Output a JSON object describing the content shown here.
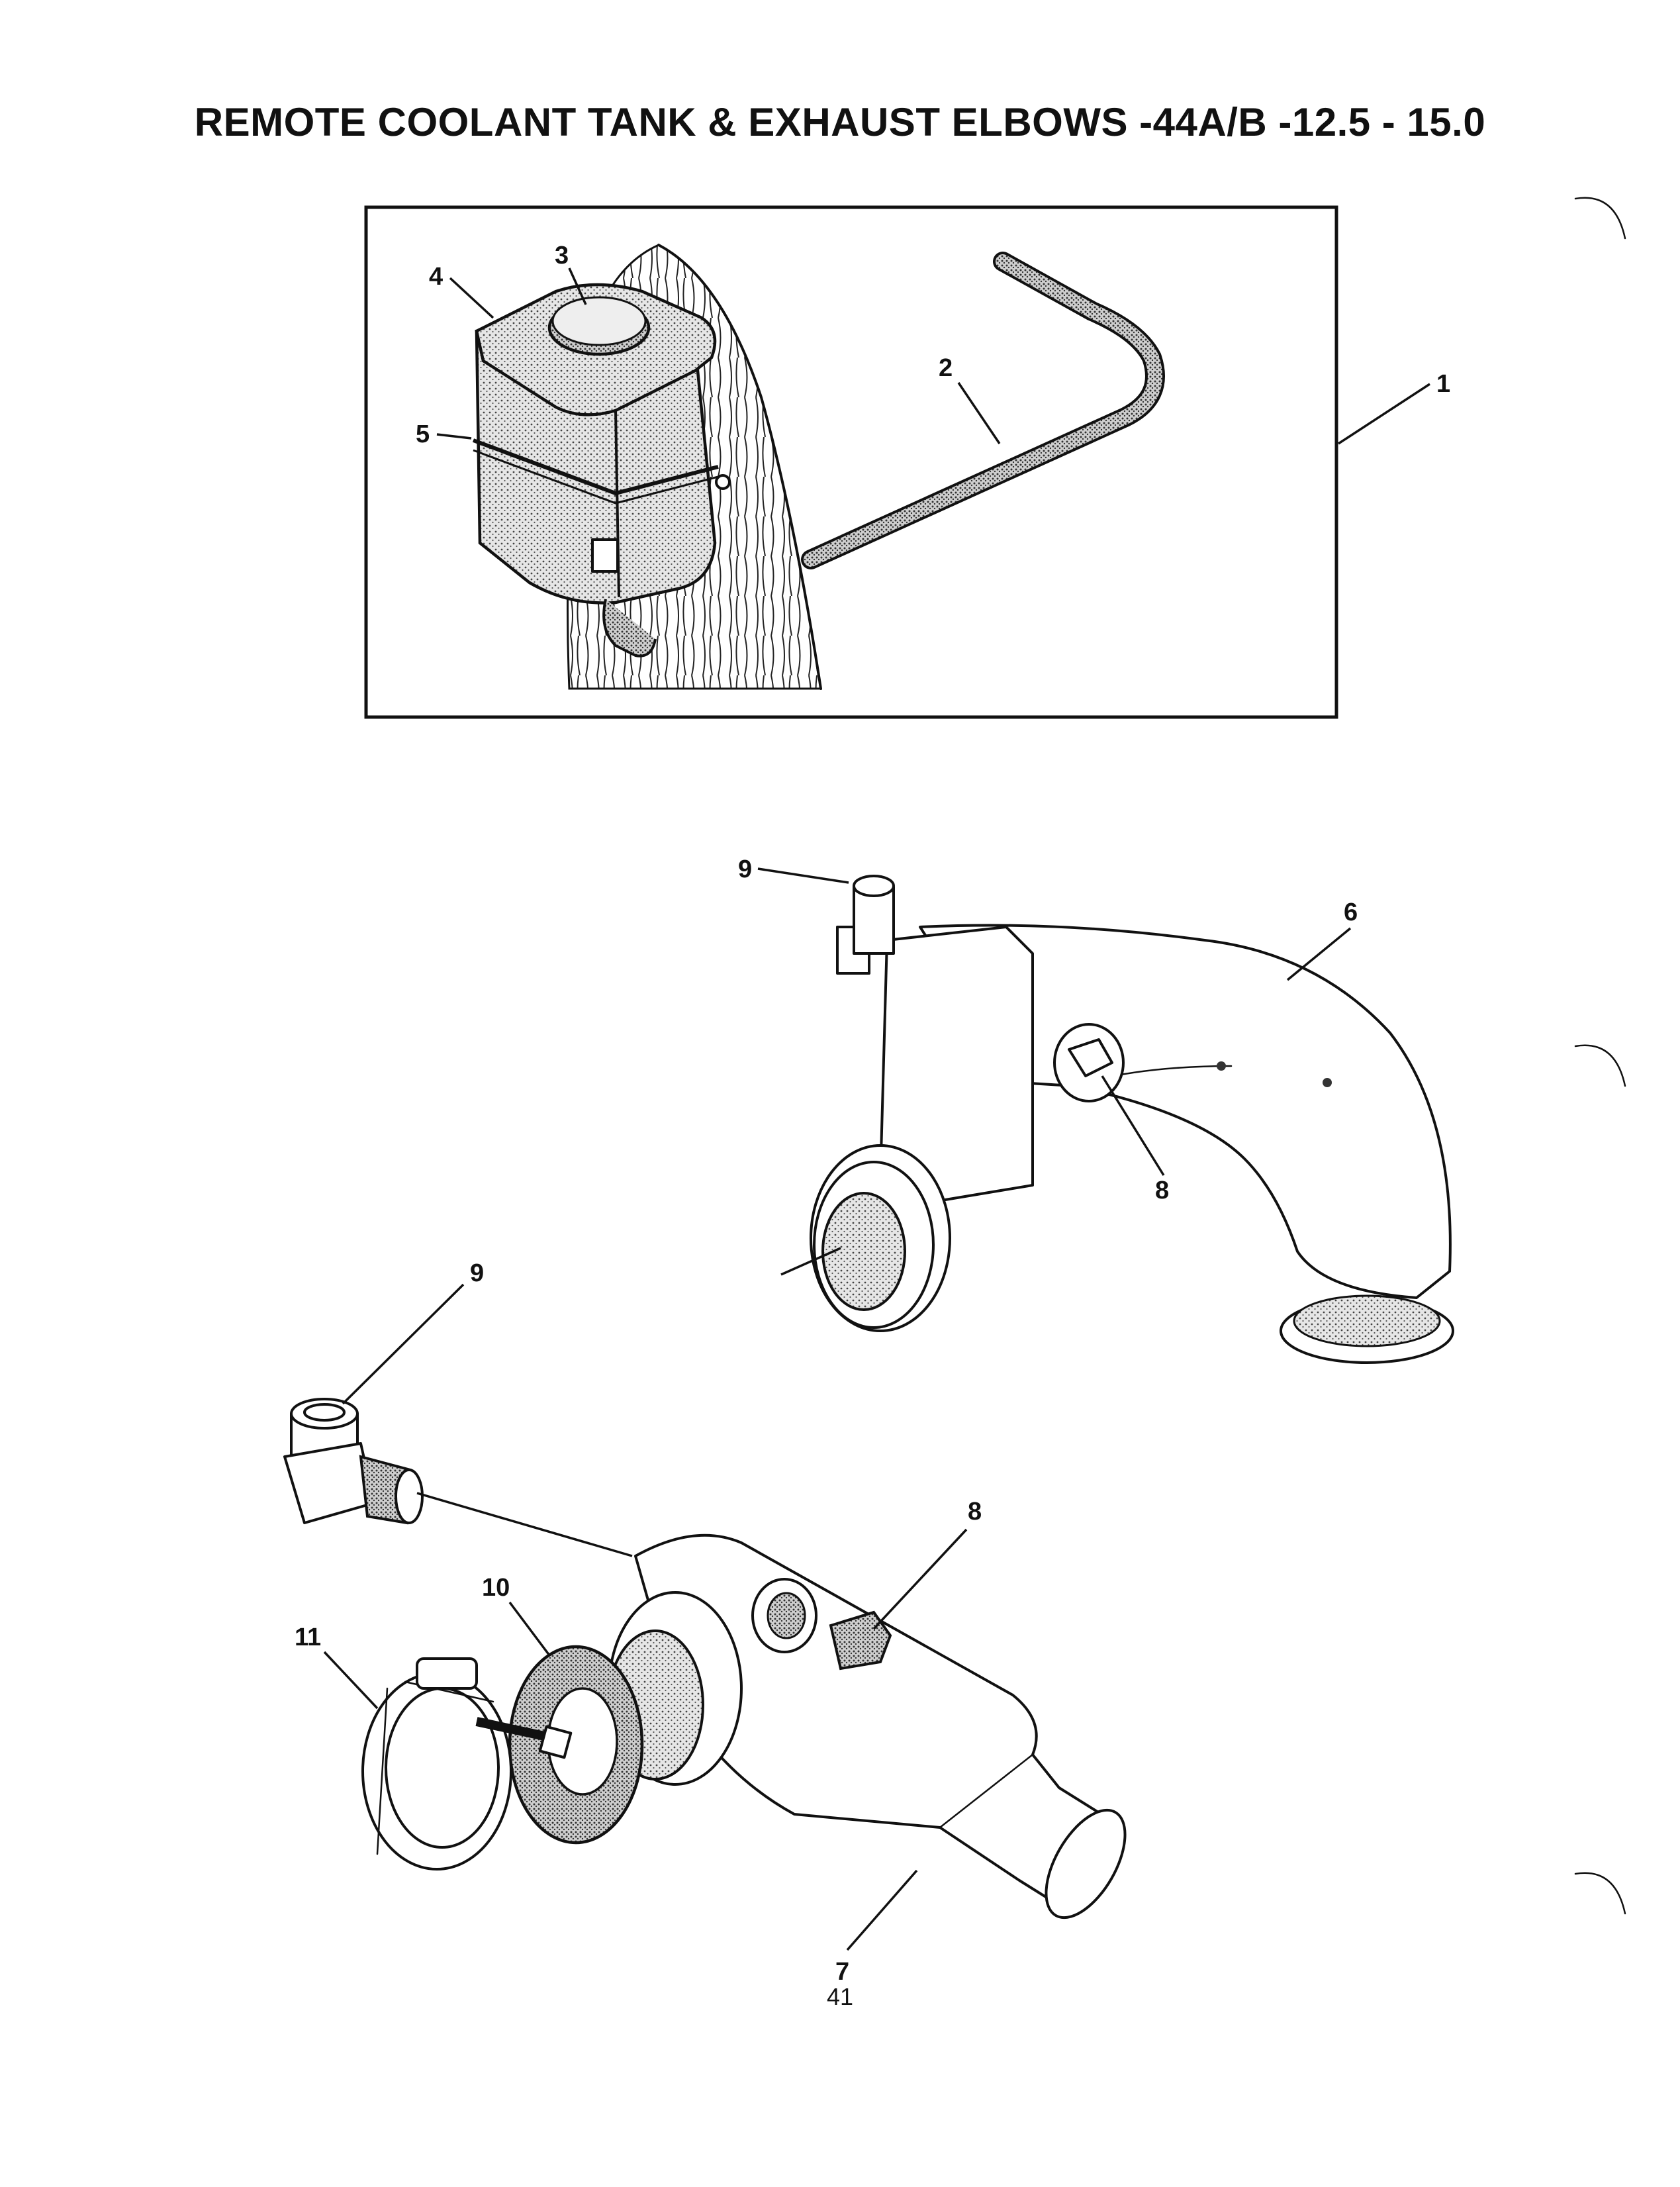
{
  "title": "REMOTE COOLANT TANK & EXHAUST ELBOWS -44A/B -12.5 - 15.0",
  "page_number": "41",
  "callouts": {
    "c1": "1",
    "c2": "2",
    "c3": "3",
    "c4": "4",
    "c5": "5",
    "c6": "6",
    "c7": "7",
    "c8a": "8",
    "c8b": "8",
    "c9a": "9",
    "c9b": "9",
    "c10": "10",
    "c11": "11"
  },
  "colors": {
    "ink": "#111111",
    "paper": "#ffffff",
    "stipple": "#bdbdbd"
  }
}
